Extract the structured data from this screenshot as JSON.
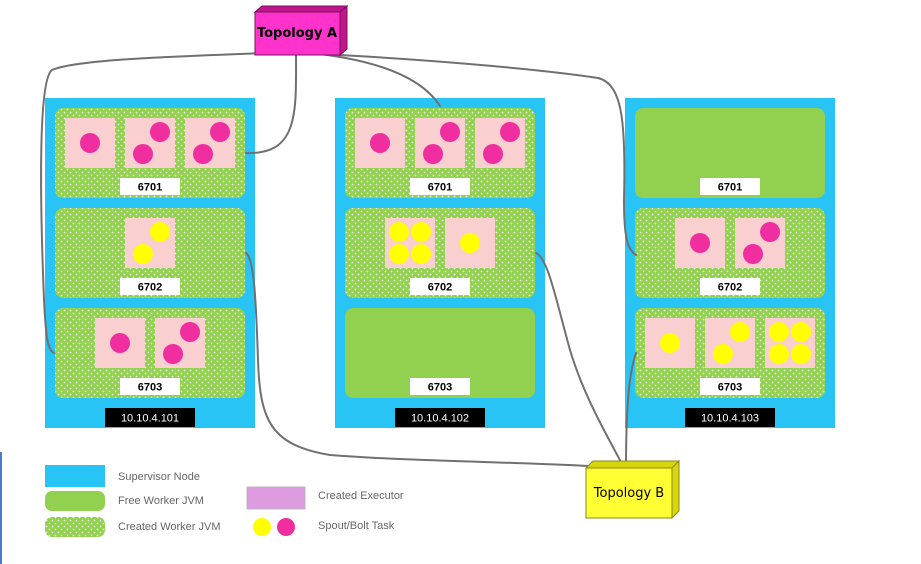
{
  "topologies": {
    "a": {
      "label": "Topology A",
      "color": "#ff33cc"
    },
    "b": {
      "label": "Topology B",
      "color": "#ffff33"
    }
  },
  "colors": {
    "supervisor": "#29c4f6",
    "worker": "#92d050",
    "executor": "#f9cfcf",
    "task_a": "#f02ea0",
    "task_b": "#ffff00",
    "connector": "#707070"
  },
  "supervisors": [
    {
      "ip": "10.10.4.101",
      "slots": [
        {
          "port": "6701",
          "state": "created",
          "executors": [
            [
              "a"
            ],
            [
              "a",
              "a"
            ],
            [
              "a",
              "a"
            ]
          ]
        },
        {
          "port": "6702",
          "state": "created",
          "executors": [
            [
              "b",
              "b"
            ]
          ]
        },
        {
          "port": "6703",
          "state": "created",
          "executors": [
            [
              "a"
            ],
            [
              "a",
              "a"
            ]
          ]
        }
      ]
    },
    {
      "ip": "10.10.4.102",
      "slots": [
        {
          "port": "6701",
          "state": "created",
          "executors": [
            [
              "a"
            ],
            [
              "a",
              "a"
            ],
            [
              "a",
              "a"
            ]
          ]
        },
        {
          "port": "6702",
          "state": "created",
          "executors": [
            [
              "b",
              "b",
              "b",
              "b"
            ],
            [
              "b"
            ]
          ]
        },
        {
          "port": "6703",
          "state": "free",
          "executors": []
        }
      ]
    },
    {
      "ip": "10.10.4.103",
      "slots": [
        {
          "port": "6701",
          "state": "free",
          "executors": []
        },
        {
          "port": "6702",
          "state": "created",
          "executors": [
            [
              "a"
            ],
            [
              "a",
              "a"
            ]
          ]
        },
        {
          "port": "6703",
          "state": "created",
          "executors": [
            [
              "b"
            ],
            [
              "b",
              "b"
            ],
            [
              "b",
              "b",
              "b",
              "b"
            ]
          ]
        }
      ]
    }
  ],
  "legend": {
    "supervisor_node": "Supervisor Node",
    "free_worker": "Free Worker JVM",
    "created_worker": "Created Worker JVM",
    "created_executor": "Created Executor",
    "task": "Spout/Bolt Task"
  }
}
